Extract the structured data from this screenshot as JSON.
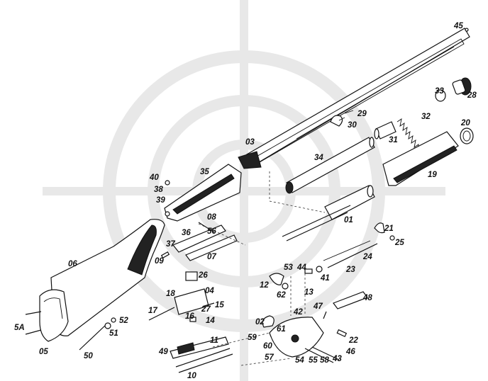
{
  "diagram": {
    "labels": [
      {
        "id": "45",
        "text": "45"
      },
      {
        "id": "33",
        "text": "33"
      },
      {
        "id": "28",
        "text": "28"
      },
      {
        "id": "29",
        "text": "29"
      },
      {
        "id": "30",
        "text": "30"
      },
      {
        "id": "32",
        "text": "32"
      },
      {
        "id": "20",
        "text": "20"
      },
      {
        "id": "31",
        "text": "31"
      },
      {
        "id": "03",
        "text": "03"
      },
      {
        "id": "34",
        "text": "34"
      },
      {
        "id": "19",
        "text": "19"
      },
      {
        "id": "35",
        "text": "35"
      },
      {
        "id": "40",
        "text": "40"
      },
      {
        "id": "38",
        "text": "38"
      },
      {
        "id": "39",
        "text": "39"
      },
      {
        "id": "08",
        "text": "08"
      },
      {
        "id": "56",
        "text": "56"
      },
      {
        "id": "01",
        "text": "01"
      },
      {
        "id": "21",
        "text": "21"
      },
      {
        "id": "25",
        "text": "25"
      },
      {
        "id": "36",
        "text": "36"
      },
      {
        "id": "37",
        "text": "37"
      },
      {
        "id": "07",
        "text": "07"
      },
      {
        "id": "06",
        "text": "06"
      },
      {
        "id": "09",
        "text": "09"
      },
      {
        "id": "24",
        "text": "24"
      },
      {
        "id": "23",
        "text": "23"
      },
      {
        "id": "26",
        "text": "26"
      },
      {
        "id": "53",
        "text": "53"
      },
      {
        "id": "44",
        "text": "44"
      },
      {
        "id": "41",
        "text": "41"
      },
      {
        "id": "12",
        "text": "12"
      },
      {
        "id": "62",
        "text": "62"
      },
      {
        "id": "13",
        "text": "13"
      },
      {
        "id": "04",
        "text": "04"
      },
      {
        "id": "18",
        "text": "18"
      },
      {
        "id": "48",
        "text": "48"
      },
      {
        "id": "15",
        "text": "15"
      },
      {
        "id": "27",
        "text": "27"
      },
      {
        "id": "17",
        "text": "17"
      },
      {
        "id": "16",
        "text": "16"
      },
      {
        "id": "14",
        "text": "14"
      },
      {
        "id": "47",
        "text": "47"
      },
      {
        "id": "42",
        "text": "42"
      },
      {
        "id": "52",
        "text": "52"
      },
      {
        "id": "02",
        "text": "02"
      },
      {
        "id": "61",
        "text": "61"
      },
      {
        "id": "5A",
        "text": "5A"
      },
      {
        "id": "51",
        "text": "51"
      },
      {
        "id": "59",
        "text": "59"
      },
      {
        "id": "22",
        "text": "22"
      },
      {
        "id": "11",
        "text": "11"
      },
      {
        "id": "60",
        "text": "60"
      },
      {
        "id": "46",
        "text": "46"
      },
      {
        "id": "05",
        "text": "05"
      },
      {
        "id": "49",
        "text": "49"
      },
      {
        "id": "50",
        "text": "50"
      },
      {
        "id": "57",
        "text": "57"
      },
      {
        "id": "54",
        "text": "54"
      },
      {
        "id": "55",
        "text": "55"
      },
      {
        "id": "58",
        "text": "58"
      },
      {
        "id": "43",
        "text": "43"
      },
      {
        "id": "10",
        "text": "10"
      }
    ]
  }
}
